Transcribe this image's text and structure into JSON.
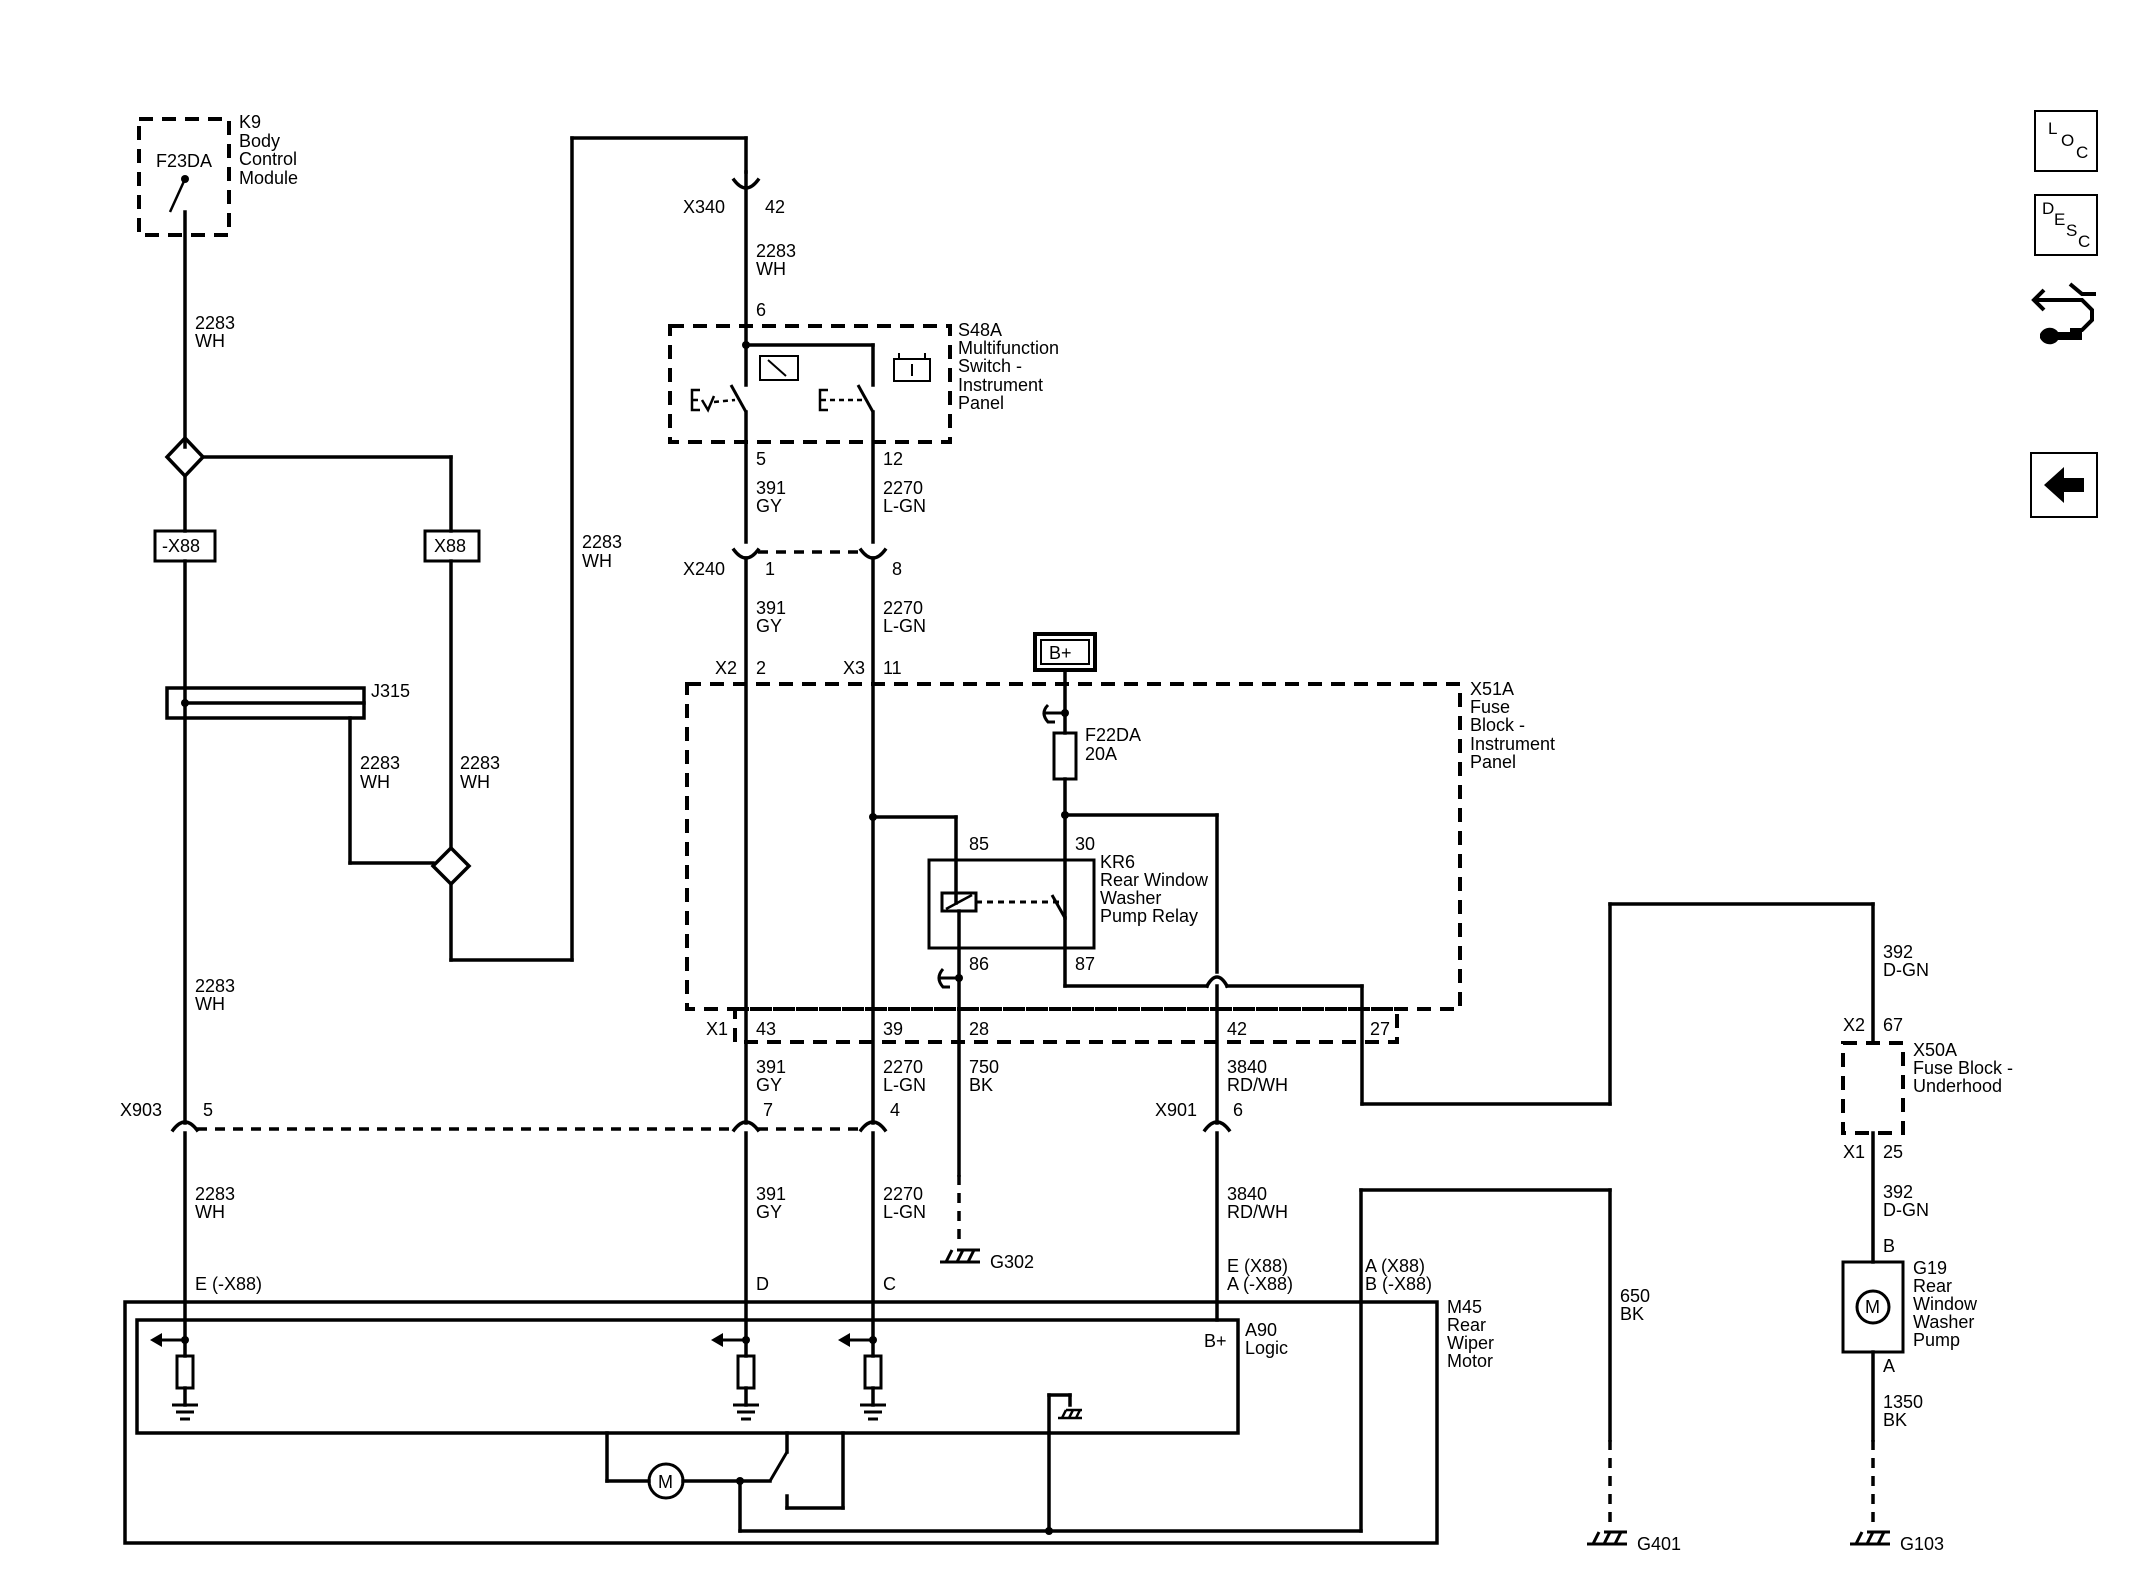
{
  "components": {
    "k9": {
      "id": "K9",
      "lines": [
        "Body",
        "Control",
        "Module"
      ],
      "fuse": "F23DA"
    },
    "s48a": {
      "id": "S48A",
      "lines": [
        "Multifunction",
        "Switch -",
        "Instrument",
        "Panel"
      ]
    },
    "x51a": {
      "id": "X51A",
      "lines": [
        "Fuse",
        "Block -",
        "Instrument",
        "Panel"
      ]
    },
    "f22da": {
      "id": "F22DA",
      "rating": "20A"
    },
    "kr6": {
      "id": "KR6",
      "lines": [
        "Rear Window",
        "Washer",
        "Pump Relay"
      ]
    },
    "x50a": {
      "id": "X50A",
      "lines": [
        "Fuse Block -",
        "Underhood"
      ]
    },
    "g19": {
      "id": "G19",
      "lines": [
        "Rear",
        "Window",
        "Washer",
        "Pump"
      ]
    },
    "m45": {
      "id": "M45",
      "lines": [
        "Rear",
        "Wiper",
        "Motor"
      ]
    },
    "a90": {
      "id": "A90",
      "lines": [
        "Logic"
      ]
    },
    "j315": "J315",
    "bplus": "B+"
  },
  "options": {
    "minus_x88": "-X88",
    "x88": "X88"
  },
  "connectors": {
    "x340": "X340",
    "x240": "X240",
    "x903": "X903",
    "x901": "X901",
    "x2": "X2",
    "x3": "X3",
    "x1": "X1"
  },
  "pins": {
    "x340_42": "42",
    "s48a_6": "6",
    "s48a_5": "5",
    "s48a_12": "12",
    "x240_1": "1",
    "x240_8": "8",
    "x51a_2": "2",
    "x51a_11": "11",
    "kr6_85": "85",
    "kr6_30": "30",
    "kr6_86": "86",
    "kr6_87": "87",
    "x51a_43": "43",
    "x51a_39": "39",
    "x51a_28": "28",
    "x51a_42": "42",
    "x51a_27": "27",
    "x903_5": "5",
    "x903_7": "7",
    "x903_4": "4",
    "x901_6": "6",
    "x50a_67": "67",
    "x50a_25": "25",
    "g19_b": "B",
    "g19_a": "A",
    "m45_e": "E (-X88)",
    "m45_d": "D",
    "m45_c": "C",
    "m45_e_x88": "E (X88)",
    "m45_a_mx88": "A (-X88)",
    "m45_a_x88": "A (X88)",
    "m45_b_mx88": "B (-X88)"
  },
  "wires": {
    "k9_top": {
      "num": "2283",
      "color": "WH"
    },
    "k9_bottom": {
      "num": "2283",
      "color": "WH"
    },
    "j315_branch": {
      "num": "2283",
      "color": "WH"
    },
    "x88_branch": {
      "num": "2283",
      "color": "WH"
    },
    "vertical_long": {
      "num": "2283",
      "color": "WH"
    },
    "x340_s48a": {
      "num": "2283",
      "color": "WH"
    },
    "s48a_391": {
      "num": "391",
      "color": "GY"
    },
    "s48a_2270": {
      "num": "2270",
      "color": "L-GN"
    },
    "x240_391": {
      "num": "391",
      "color": "GY"
    },
    "x240_2270": {
      "num": "2270",
      "color": "L-GN"
    },
    "x51a_391": {
      "num": "391",
      "color": "GY"
    },
    "x51a_2270": {
      "num": "2270",
      "color": "L-GN"
    },
    "x51a_750": {
      "num": "750",
      "color": "BK"
    },
    "x51a_3840": {
      "num": "3840",
      "color": "RD/WH"
    },
    "x903_2283": {
      "num": "2283",
      "color": "WH"
    },
    "x903_391": {
      "num": "391",
      "color": "GY"
    },
    "x903_2270": {
      "num": "2270",
      "color": "L-GN"
    },
    "x901_3840": {
      "num": "3840",
      "color": "RD/WH"
    },
    "x50a_392_top": {
      "num": "392",
      "color": "D-GN"
    },
    "x50a_392_bottom": {
      "num": "392",
      "color": "D-GN"
    },
    "g401_650": {
      "num": "650",
      "color": "BK"
    },
    "g103_1350": {
      "num": "1350",
      "color": "BK"
    }
  },
  "grounds": {
    "g302": "G302",
    "g401": "G401",
    "g103": "G103"
  },
  "nav": {
    "loc": {
      "letters": [
        "L",
        "O",
        "C"
      ]
    },
    "desc": {
      "letters": [
        "D",
        "E",
        "S",
        "C"
      ]
    },
    "tools_icon": "connector-tools-icon",
    "back_icon": "back-arrow-icon"
  }
}
